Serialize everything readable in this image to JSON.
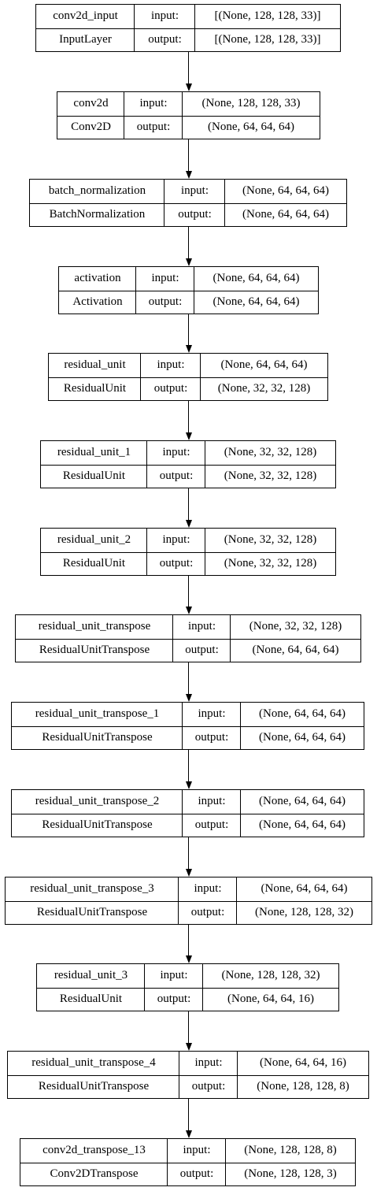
{
  "port_labels": {
    "input": "input:",
    "output": "output:"
  },
  "layers": [
    {
      "name": "conv2d_input",
      "type": "InputLayer",
      "input_shape": "[(None, 128, 128, 33)]",
      "output_shape": "[(None, 128, 128, 33)]"
    },
    {
      "name": "conv2d",
      "type": "Conv2D",
      "input_shape": "(None, 128, 128, 33)",
      "output_shape": "(None, 64, 64, 64)"
    },
    {
      "name": "batch_normalization",
      "type": "BatchNormalization",
      "input_shape": "(None, 64, 64, 64)",
      "output_shape": "(None, 64, 64, 64)"
    },
    {
      "name": "activation",
      "type": "Activation",
      "input_shape": "(None, 64, 64, 64)",
      "output_shape": "(None, 64, 64, 64)"
    },
    {
      "name": "residual_unit",
      "type": "ResidualUnit",
      "input_shape": "(None, 64, 64, 64)",
      "output_shape": "(None, 32, 32, 128)"
    },
    {
      "name": "residual_unit_1",
      "type": "ResidualUnit",
      "input_shape": "(None, 32, 32, 128)",
      "output_shape": "(None, 32, 32, 128)"
    },
    {
      "name": "residual_unit_2",
      "type": "ResidualUnit",
      "input_shape": "(None, 32, 32, 128)",
      "output_shape": "(None, 32, 32, 128)"
    },
    {
      "name": "residual_unit_transpose",
      "type": "ResidualUnitTranspose",
      "input_shape": "(None, 32, 32, 128)",
      "output_shape": "(None, 64, 64, 64)"
    },
    {
      "name": "residual_unit_transpose_1",
      "type": "ResidualUnitTranspose",
      "input_shape": "(None, 64, 64, 64)",
      "output_shape": "(None, 64, 64, 64)"
    },
    {
      "name": "residual_unit_transpose_2",
      "type": "ResidualUnitTranspose",
      "input_shape": "(None, 64, 64, 64)",
      "output_shape": "(None, 64, 64, 64)"
    },
    {
      "name": "residual_unit_transpose_3",
      "type": "ResidualUnitTranspose",
      "input_shape": "(None, 64, 64, 64)",
      "output_shape": "(None, 128, 128, 32)"
    },
    {
      "name": "residual_unit_3",
      "type": "ResidualUnit",
      "input_shape": "(None, 128, 128, 32)",
      "output_shape": "(None, 64, 64, 16)"
    },
    {
      "name": "residual_unit_transpose_4",
      "type": "ResidualUnitTranspose",
      "input_shape": "(None, 64, 64, 16)",
      "output_shape": "(None, 128, 128, 8)"
    },
    {
      "name": "conv2d_transpose_13",
      "type": "Conv2DTranspose",
      "input_shape": "(None, 128, 128, 8)",
      "output_shape": "(None, 128, 128, 3)"
    }
  ]
}
